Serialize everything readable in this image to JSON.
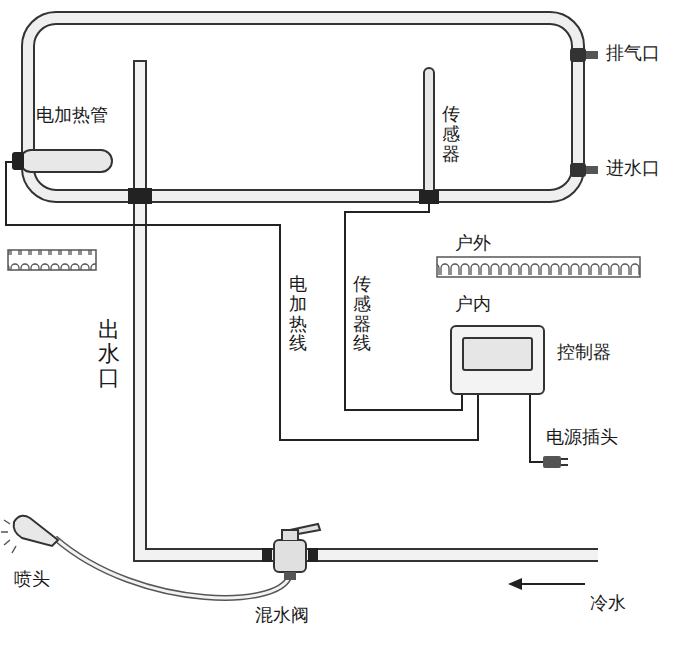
{
  "diagram": {
    "nodes": [
      {
        "text": [
          "控制器"
        ]
      }
    ],
    "labels": [
      "排气口",
      "进水口",
      "电加热管",
      "传感器",
      "户外",
      "户内",
      "出水口",
      "电加热线",
      "传感器线",
      "电源插头",
      "喷头",
      "混水阀",
      "冷水"
    ]
  }
}
